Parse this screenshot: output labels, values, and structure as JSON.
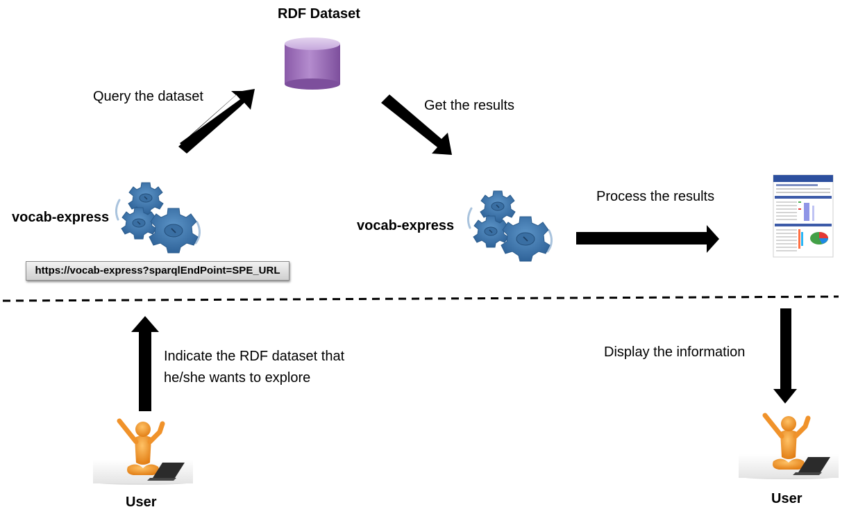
{
  "diagram": {
    "dataset_title": "RDF Dataset",
    "query_label": "Query the dataset",
    "results_label": "Get the results",
    "process_label": "Process the results",
    "engine_left_label": "vocab-express",
    "engine_mid_label": "vocab-express",
    "url_text": "https://vocab-express?sparqlEndPoint=SPE_URL",
    "indicate_line1": "Indicate the RDF dataset that",
    "indicate_line2": "he/she wants to explore",
    "display_label": "Display the information",
    "user_left_label": "User",
    "user_right_label": "User"
  },
  "colors": {
    "database": "#9b6fb8",
    "gear": "#3f78ad",
    "arrow": "#000000",
    "user_figure": "#f39a1e"
  },
  "icons": [
    "database-icon",
    "gears-icon",
    "report-thumbnail-icon",
    "user-figure-icon",
    "laptop-icon"
  ]
}
